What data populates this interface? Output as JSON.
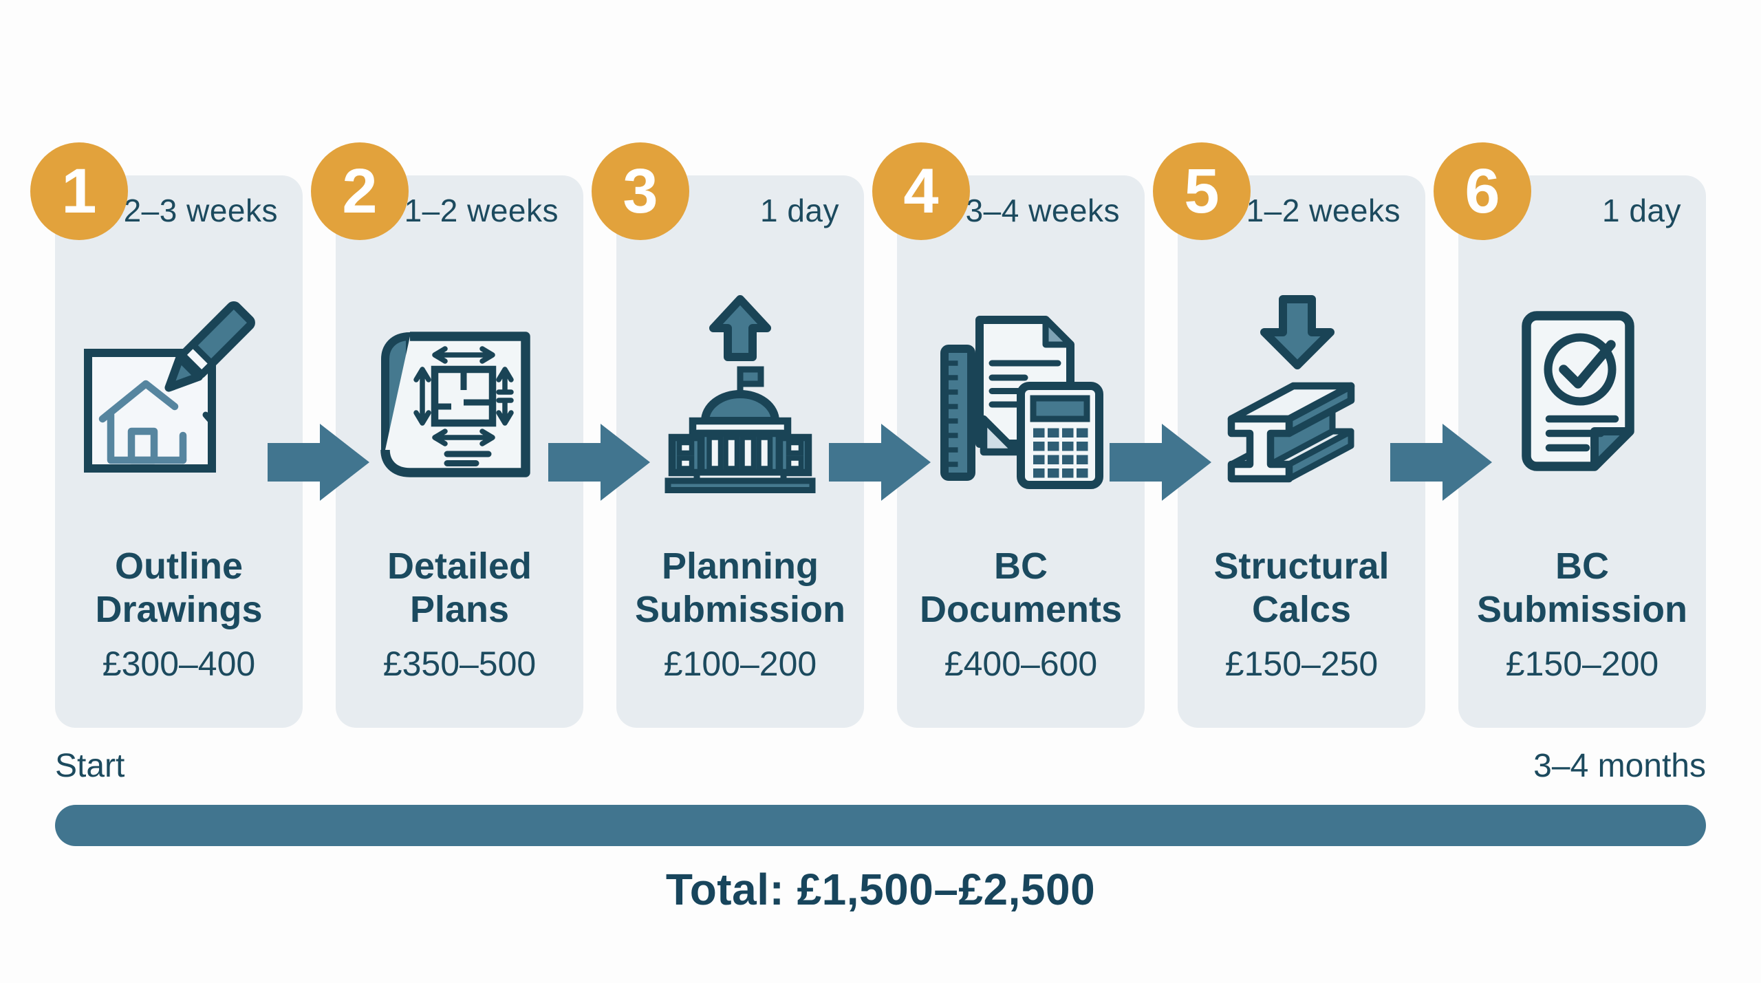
{
  "colors": {
    "background": "#fdfdfd",
    "card_background": "#e7ecf0",
    "badge_orange": "#e2a23c",
    "arrow_teal": "#41758f",
    "icon_mid_teal": "#45798f",
    "text_dark_teal": "#1b4a5f"
  },
  "steps": [
    {
      "number": "1",
      "duration": "2–3 weeks",
      "title": "Outline Drawings",
      "price": "£300–400",
      "icon": "house-sketch-icon"
    },
    {
      "number": "2",
      "duration": "1–2 weeks",
      "title": "Detailed Plans",
      "price": "£350–500",
      "icon": "blueprint-icon"
    },
    {
      "number": "3",
      "duration": "1 day",
      "title": "Planning Submission",
      "price": "£100–200",
      "icon": "council-building-upload-icon"
    },
    {
      "number": "4",
      "duration": "3–4 weeks",
      "title": "BC Documents",
      "price": "£400–600",
      "icon": "documents-calculator-icon"
    },
    {
      "number": "5",
      "duration": "1–2 weeks",
      "title": "Structural Calcs",
      "price": "£150–250",
      "icon": "steel-beam-load-icon"
    },
    {
      "number": "6",
      "duration": "1 day",
      "title": "BC Submission",
      "price": "£150–200",
      "icon": "approved-document-icon"
    }
  ],
  "timeline": {
    "start_label": "Start",
    "end_label": "3–4 months"
  },
  "total_label": "Total: £1,500–£2,500"
}
